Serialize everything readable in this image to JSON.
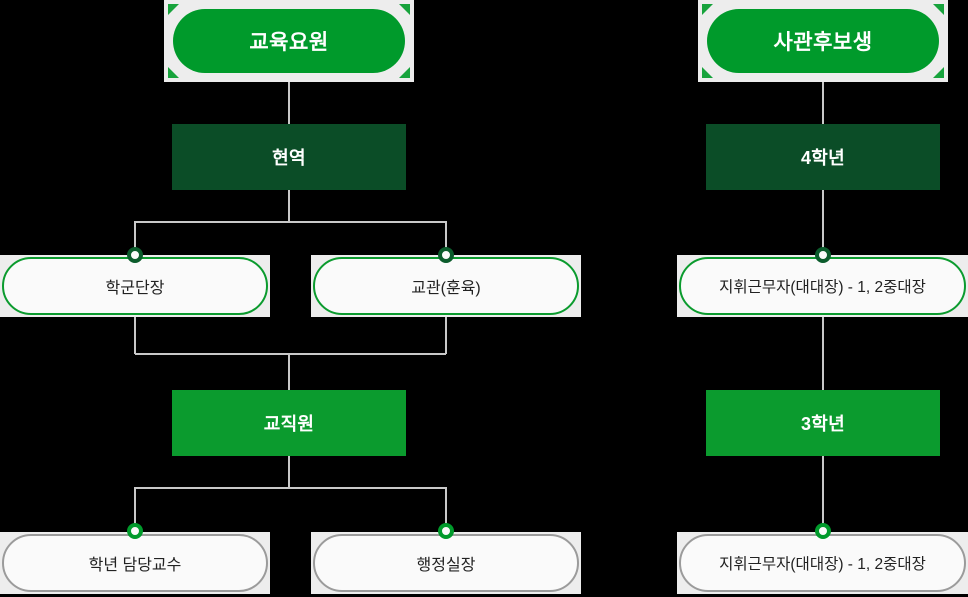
{
  "diagram": {
    "title": "ROTC organization chart",
    "colors": {
      "bright_green": "#009a2b",
      "dark_green": "#0b4d27",
      "rect_green": "#0b9b2e",
      "line_grey": "#c9c9c9",
      "pill_border_grey": "#9b9b9b",
      "panel_grey": "#ededed",
      "node_fill": "#fafafa",
      "background": "#000000"
    },
    "columns": [
      {
        "id": "left",
        "nodes": {
          "hero": {
            "label": "교육요원",
            "shape": "pill-filled",
            "style": "bright-green",
            "corner_marks": 4
          },
          "level2": {
            "label": "현역",
            "shape": "rect",
            "style": "dark-green"
          },
          "level3_a": {
            "label": "학군단장",
            "shape": "pill",
            "style": "green-outline",
            "connector": "dark"
          },
          "level3_b": {
            "label": "교관(훈육)",
            "shape": "pill",
            "style": "green-outline",
            "connector": "dark"
          },
          "level4": {
            "label": "교직원",
            "shape": "rect",
            "style": "rect-green"
          },
          "level5_a": {
            "label": "학년 담당교수",
            "shape": "pill",
            "style": "grey-outline",
            "connector": "bright"
          },
          "level5_b": {
            "label": "행정실장",
            "shape": "pill",
            "style": "grey-outline",
            "connector": "bright"
          }
        }
      },
      {
        "id": "right",
        "nodes": {
          "hero": {
            "label": "사관후보생",
            "shape": "pill-filled",
            "style": "bright-green",
            "corner_marks": 4
          },
          "level2": {
            "label": "4학년",
            "shape": "rect",
            "style": "dark-green"
          },
          "level3_a": {
            "label": "지휘근무자(대대장) - 1, 2중대장",
            "shape": "pill",
            "style": "green-outline",
            "connector": "dark"
          },
          "level4": {
            "label": "3학년",
            "shape": "rect",
            "style": "rect-green"
          },
          "level5_a": {
            "label": "지휘근무자(대대장) - 1, 2중대장",
            "shape": "pill",
            "style": "grey-outline",
            "connector": "bright"
          }
        }
      }
    ]
  }
}
